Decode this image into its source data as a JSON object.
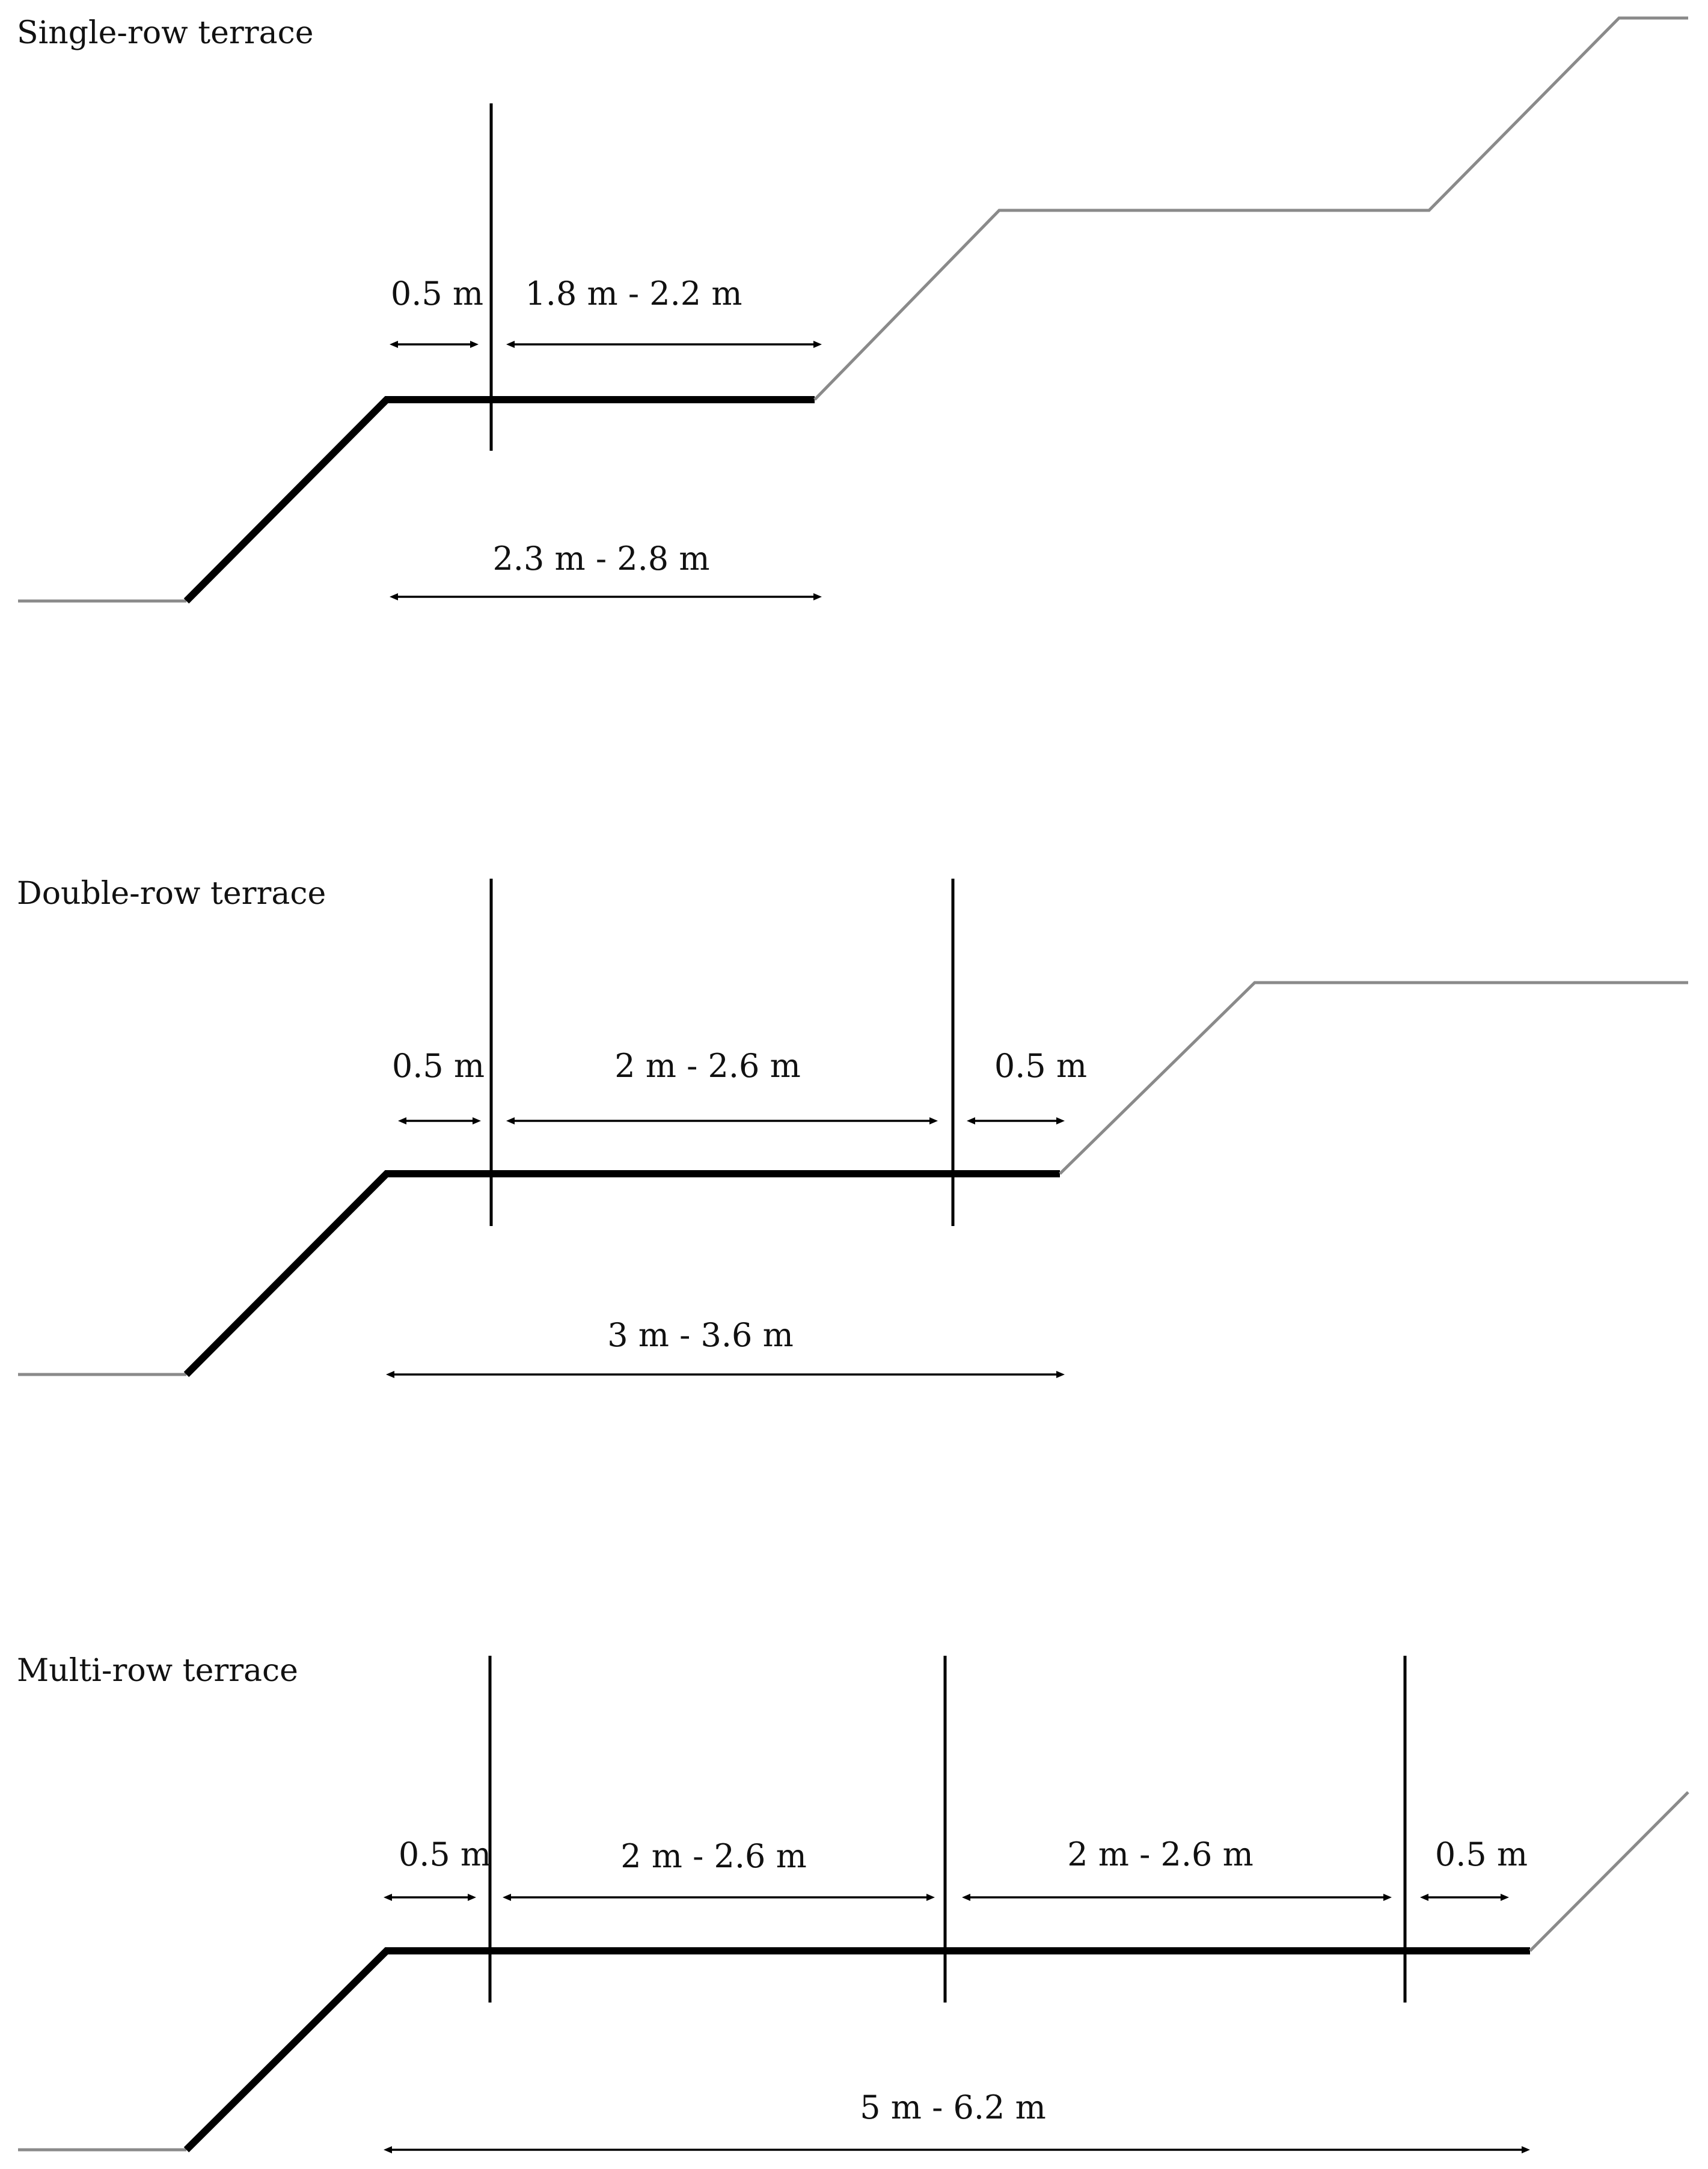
{
  "colors": {
    "terrace_outline": "#000000",
    "ground_outline": "#8a8a8a",
    "background": "#ffffff"
  },
  "panels": [
    {
      "title": "Single-row terrace",
      "dimensions": {
        "edge_left": "0.5 m",
        "row_1": "1.8 m - 2.2 m",
        "total": "2.3 m - 2.8 m"
      }
    },
    {
      "title": "Double-row terrace",
      "dimensions": {
        "edge_left": "0.5 m",
        "row_1": "2 m - 2.6 m",
        "edge_right": "0.5 m",
        "total": "3 m - 3.6 m"
      }
    },
    {
      "title": "Multi-row terrace",
      "dimensions": {
        "edge_left": "0.5 m",
        "row_1": "2 m - 2.6 m",
        "row_2": "2 m - 2.6 m",
        "edge_right": "0.5 m",
        "total": "5 m - 6.2 m"
      }
    }
  ]
}
